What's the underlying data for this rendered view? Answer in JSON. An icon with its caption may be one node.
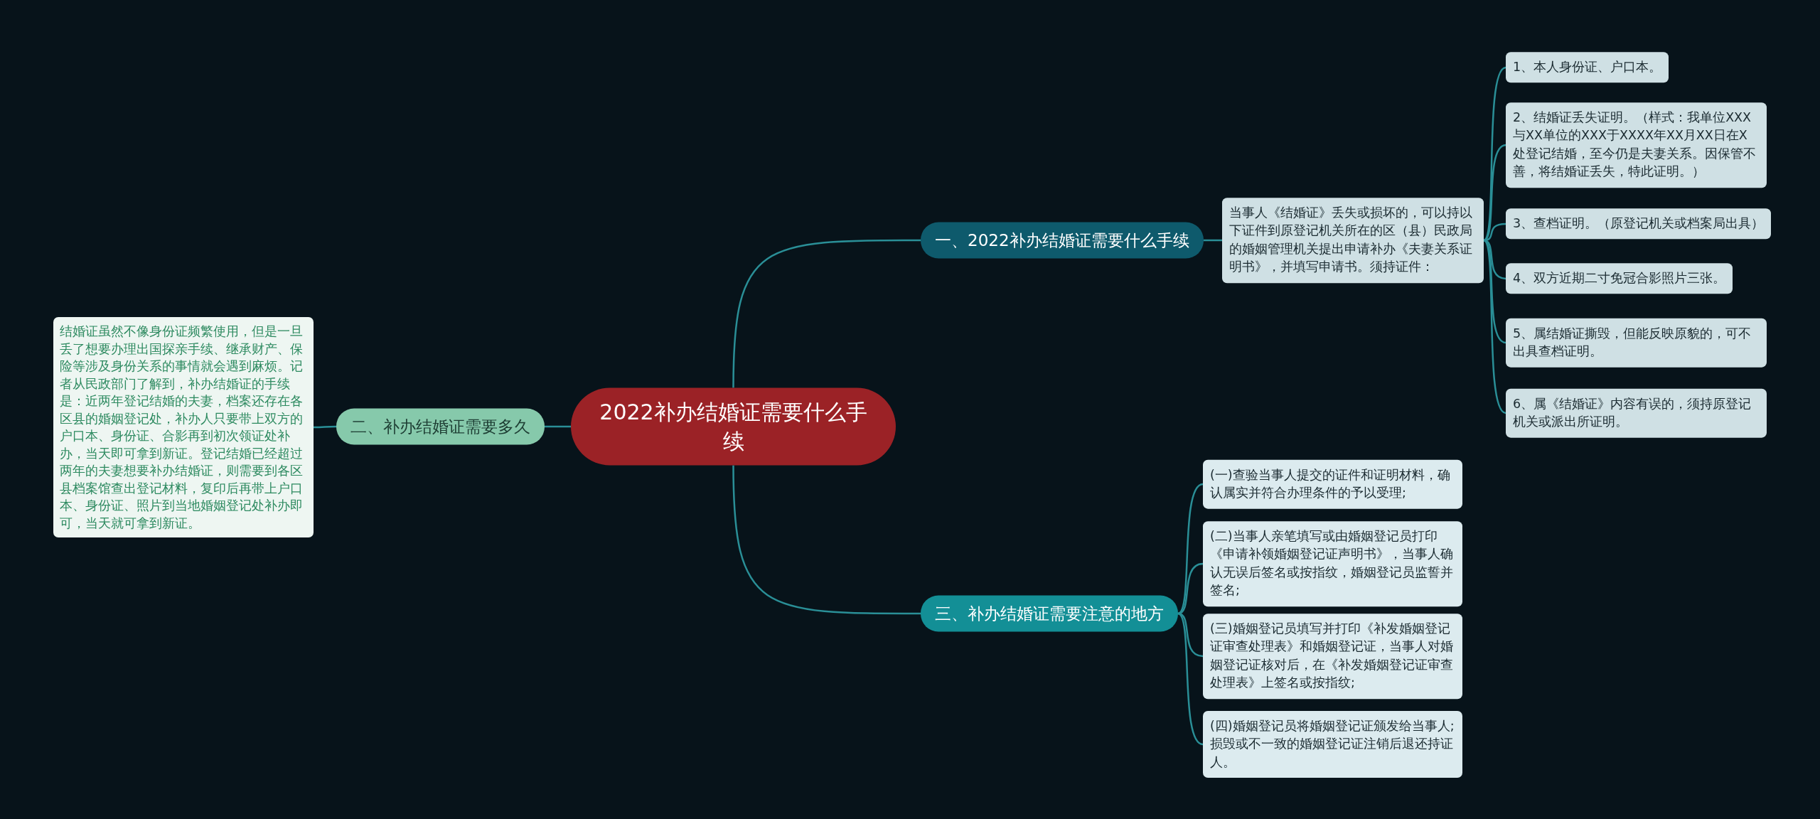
{
  "diagram": {
    "nodes": [
      {
        "text": [
          "2022补办结婚证需要什么手续"
        ]
      },
      {
        "text": [
          "一、2022补办结婚证需要什么手续"
        ]
      },
      {
        "text": [
          "当事人《结婚证》丢失或损坏的，可以持以下证件到原登记机关所在的区（县）民政局的婚姻管理机关提出申请补办《夫妻关系证明书》，并填写申请书。须持证件："
        ]
      },
      {
        "text": [
          "1、本人身份证、户口本。"
        ]
      },
      {
        "text": [
          "2、结婚证丢失证明。（样式：我单位XXX与XX单位的XXX于XXXX年XX月XX日在X处登记结婚，至今仍是夫妻关系。因保管不善，将结婚证丢失，特此证明。）"
        ]
      },
      {
        "text": [
          "3、查档证明。（原登记机关或档案局出具）"
        ]
      },
      {
        "text": [
          "4、双方近期二寸免冠合影照片三张。"
        ]
      },
      {
        "text": [
          "5、属结婚证撕毁，但能反映原貌的，可不出具查档证明。"
        ]
      },
      {
        "text": [
          "6、属《结婚证》内容有误的，须持原登记机关或派出所证明。"
        ]
      },
      {
        "text": [
          "二、补办结婚证需要多久"
        ]
      },
      {
        "text": [
          "结婚证虽然不像身份证频繁使用，但是一旦丢了想要办理出国探亲手续、继承财产、保险等涉及身份关系的事情就会遇到麻烦。记者从民政部门了解到，补办结婚证的手续是：近两年登记结婚的夫妻，档案还存在各区县的婚姻登记处，补办人只要带上双方的户口本、身份证、合影再到初次领证处补办，当天即可拿到新证。登记结婚已经超过两年的夫妻想要补办结婚证，则需要到各区县档案馆查出登记材料，复印后再带上户口本、身份证、照片到当地婚姻登记处补办即可，当天就可拿到新证。"
        ]
      },
      {
        "text": [
          "三、补办结婚证需要注意的地方"
        ]
      },
      {
        "text": [
          "(一)查验当事人提交的证件和证明材料，确认属实并符合办理条件的予以受理;"
        ]
      },
      {
        "text": [
          "(二)当事人亲笔填写或由婚姻登记员打印《申请补领婚姻登记证声明书》，当事人确认无误后签名或按指纹，婚姻登记员监誓并签名;"
        ]
      },
      {
        "text": [
          "(三)婚姻登记员填写并打印《补发婚姻登记证审查处理表》和婚姻登记证，当事人对婚姻登记证核对后，在《补发婚姻登记证审查处理表》上签名或按指纹;"
        ]
      },
      {
        "text": [
          "(四)婚姻登记员将婚姻登记证颁发给当事人;损毁或不一致的婚姻登记证注销后退还持证人。"
        ]
      }
    ],
    "edges": [
      {
        "from": 0,
        "to": 1,
        "arrow": "none"
      },
      {
        "from": 1,
        "to": 2,
        "arrow": "none"
      },
      {
        "from": 2,
        "to": 3,
        "arrow": "none"
      },
      {
        "from": 2,
        "to": 4,
        "arrow": "none"
      },
      {
        "from": 2,
        "to": 5,
        "arrow": "none"
      },
      {
        "from": 2,
        "to": 6,
        "arrow": "none"
      },
      {
        "from": 2,
        "to": 7,
        "arrow": "none"
      },
      {
        "from": 2,
        "to": 8,
        "arrow": "none"
      },
      {
        "from": 0,
        "to": 9,
        "arrow": "none"
      },
      {
        "from": 9,
        "to": 10,
        "arrow": "none"
      },
      {
        "from": 0,
        "to": 11,
        "arrow": "none"
      },
      {
        "from": 11,
        "to": 12,
        "arrow": "none"
      },
      {
        "from": 11,
        "to": 13,
        "arrow": "none"
      },
      {
        "from": 11,
        "to": 14,
        "arrow": "none"
      },
      {
        "from": 11,
        "to": 15,
        "arrow": "none"
      }
    ]
  }
}
